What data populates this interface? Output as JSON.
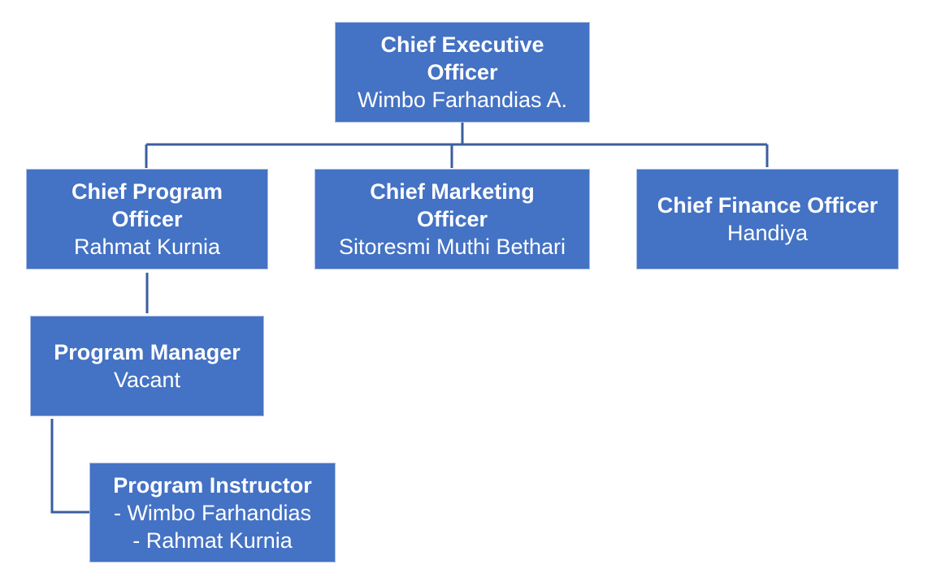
{
  "colors": {
    "box_fill": "#4472c4",
    "connector": "#3a5f9f",
    "text": "#ffffff"
  },
  "nodes": {
    "ceo": {
      "title": "Chief Executive Officer",
      "names": [
        "Wimbo Farhandias A."
      ]
    },
    "cpo": {
      "title": "Chief Program Officer",
      "names": [
        "Rahmat Kurnia"
      ]
    },
    "cmo": {
      "title": "Chief Marketing Officer",
      "names": [
        "Sitoresmi Muthi Bethari"
      ]
    },
    "cfo": {
      "title": "Chief Finance Officer",
      "names": [
        "Handiya"
      ]
    },
    "pm": {
      "title": "Program Manager",
      "names": [
        "Vacant"
      ]
    },
    "pi": {
      "title": "Program Instructor",
      "names": [
        "- Wimbo Farhandias",
        "- Rahmat Kurnia"
      ]
    }
  }
}
